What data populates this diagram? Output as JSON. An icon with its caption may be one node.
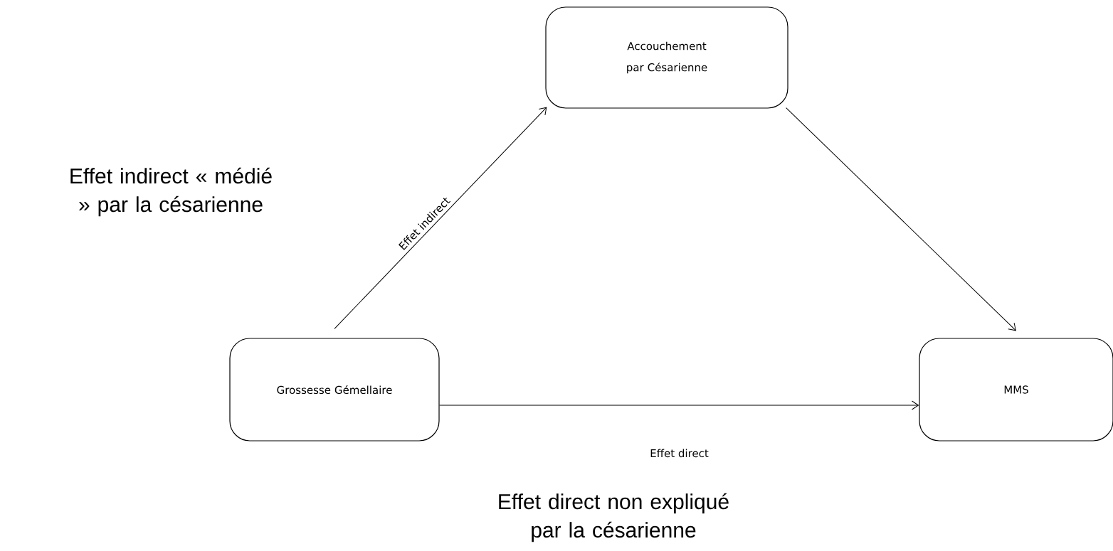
{
  "diagram": {
    "nodes": [
      {
        "text": [
          "Accouchement par Césarienne"
        ]
      },
      {
        "text": [
          "Grossesse Gémellaire"
        ]
      },
      {
        "text": [
          "MMS"
        ]
      }
    ],
    "edges": [
      {
        "from": 1,
        "to": 0,
        "arrow": "to",
        "label": "Effet indirect"
      },
      {
        "from": 0,
        "to": 2,
        "arrow": "to"
      },
      {
        "from": 1,
        "to": 2,
        "arrow": "to",
        "label": "Effet direct"
      }
    ],
    "labels": [
      "Effet indirect « médié » par la césarienne",
      "Effet direct non expliqué par la césarienne"
    ]
  }
}
